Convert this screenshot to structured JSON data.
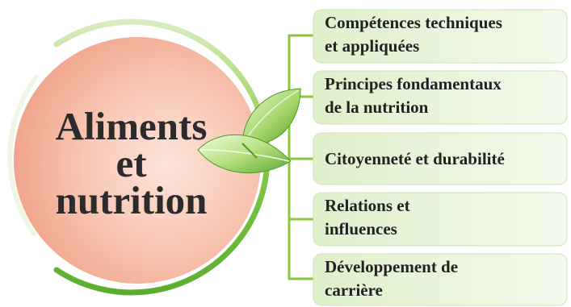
{
  "diagram": {
    "title_lines": [
      "Aliments",
      "et",
      "nutrition"
    ],
    "branches": [
      {
        "lines": [
          "Compétences techniques",
          "et appliquées"
        ]
      },
      {
        "lines": [
          "Principes fondamentaux",
          "de la nutrition"
        ]
      },
      {
        "lines": [
          "Citoyenneté et durabilité"
        ]
      },
      {
        "lines": [
          "Relations et",
          "influences"
        ]
      },
      {
        "lines": [
          "Développement de",
          "carrière"
        ]
      }
    ],
    "colors": {
      "circle_fill_center": "#f9d2c4",
      "circle_fill_edge": "#f3a88e",
      "ring_green": "#7cc241",
      "connector_green": "#8dc63f",
      "box_fill": "#e9f4de",
      "leaf_light": "#d4ecb0",
      "leaf_dark": "#5aa832"
    }
  }
}
